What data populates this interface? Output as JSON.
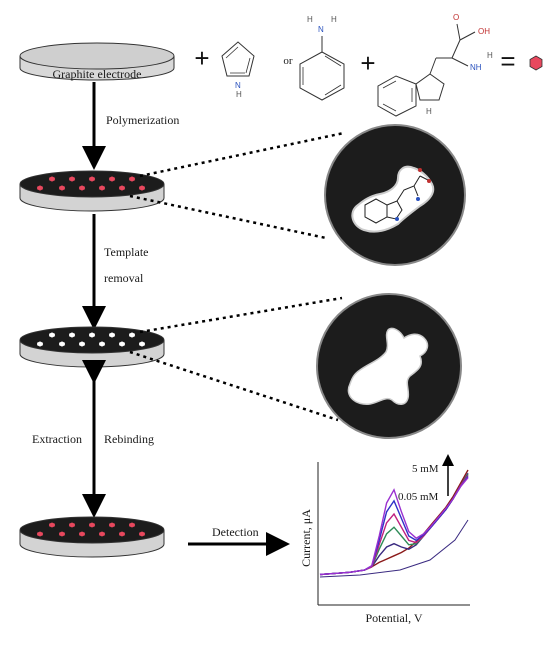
{
  "labels": {
    "graphite_electrode": "Graphite electrode",
    "polymerization": "Polymerization",
    "template_line1": "Template",
    "template_line2": "removal",
    "extraction": "Extraction",
    "rebinding": "Rebinding",
    "detection": "Detection",
    "or_word": "or",
    "plus": "+",
    "equals": "="
  },
  "chem_atoms": {
    "pyrrole_n": "N",
    "pyrrole_h": "H",
    "aniline_h1": "H",
    "aniline_n": "N",
    "aniline_h2": "H",
    "trp_o": "O",
    "trp_oh": "OH",
    "trp_h": "H",
    "trp_nh2": "NH",
    "trp_nh_bottom": "H"
  },
  "colors": {
    "template_dot": "#e8485e",
    "cavity_dot": "#ffffff",
    "film": "#1c1c1c",
    "electrode_side": "#d3d3d3",
    "hexagon": "#e8485e"
  },
  "chart_data": {
    "type": "line",
    "xlabel": "Potential, V",
    "ylabel": "Current, μA",
    "annotations": [
      "5 mM",
      "0.05 mM"
    ],
    "x": [
      0.0,
      0.1,
      0.2,
      0.3,
      0.35,
      0.4,
      0.45,
      0.5,
      0.55,
      0.6,
      0.65,
      0.7,
      0.75,
      0.8,
      0.85,
      0.9,
      0.95,
      1.0
    ],
    "series": [
      {
        "color": "#8b1a1a",
        "values": [
          0.05,
          0.06,
          0.07,
          0.09,
          0.12,
          0.16,
          0.19,
          0.22,
          0.25,
          0.29,
          0.35,
          0.42,
          0.5,
          0.58,
          0.66,
          0.76,
          0.88,
          1.0
        ]
      },
      {
        "color": "#3a2a80",
        "values": [
          0.05,
          0.06,
          0.07,
          0.09,
          0.12,
          0.22,
          0.3,
          0.33,
          0.3,
          0.28,
          0.32,
          0.4,
          0.48,
          0.56,
          0.64,
          0.74,
          0.86,
          0.97
        ]
      },
      {
        "color": "#2e8b57",
        "values": [
          0.05,
          0.06,
          0.07,
          0.09,
          0.12,
          0.28,
          0.42,
          0.48,
          0.4,
          0.32,
          0.33,
          0.4,
          0.48,
          0.56,
          0.64,
          0.74,
          0.86,
          0.96
        ]
      },
      {
        "color": "#c02080",
        "values": [
          0.05,
          0.06,
          0.07,
          0.09,
          0.12,
          0.32,
          0.52,
          0.6,
          0.48,
          0.36,
          0.34,
          0.4,
          0.48,
          0.56,
          0.64,
          0.74,
          0.86,
          0.95
        ]
      },
      {
        "color": "#3030c8",
        "values": [
          0.05,
          0.06,
          0.07,
          0.09,
          0.13,
          0.36,
          0.62,
          0.72,
          0.56,
          0.4,
          0.36,
          0.41,
          0.48,
          0.56,
          0.64,
          0.74,
          0.85,
          0.94
        ]
      },
      {
        "color": "#9a30d0",
        "values": [
          0.05,
          0.06,
          0.07,
          0.09,
          0.13,
          0.4,
          0.7,
          0.82,
          0.62,
          0.44,
          0.38,
          0.42,
          0.49,
          0.57,
          0.65,
          0.74,
          0.85,
          0.93
        ]
      }
    ]
  }
}
